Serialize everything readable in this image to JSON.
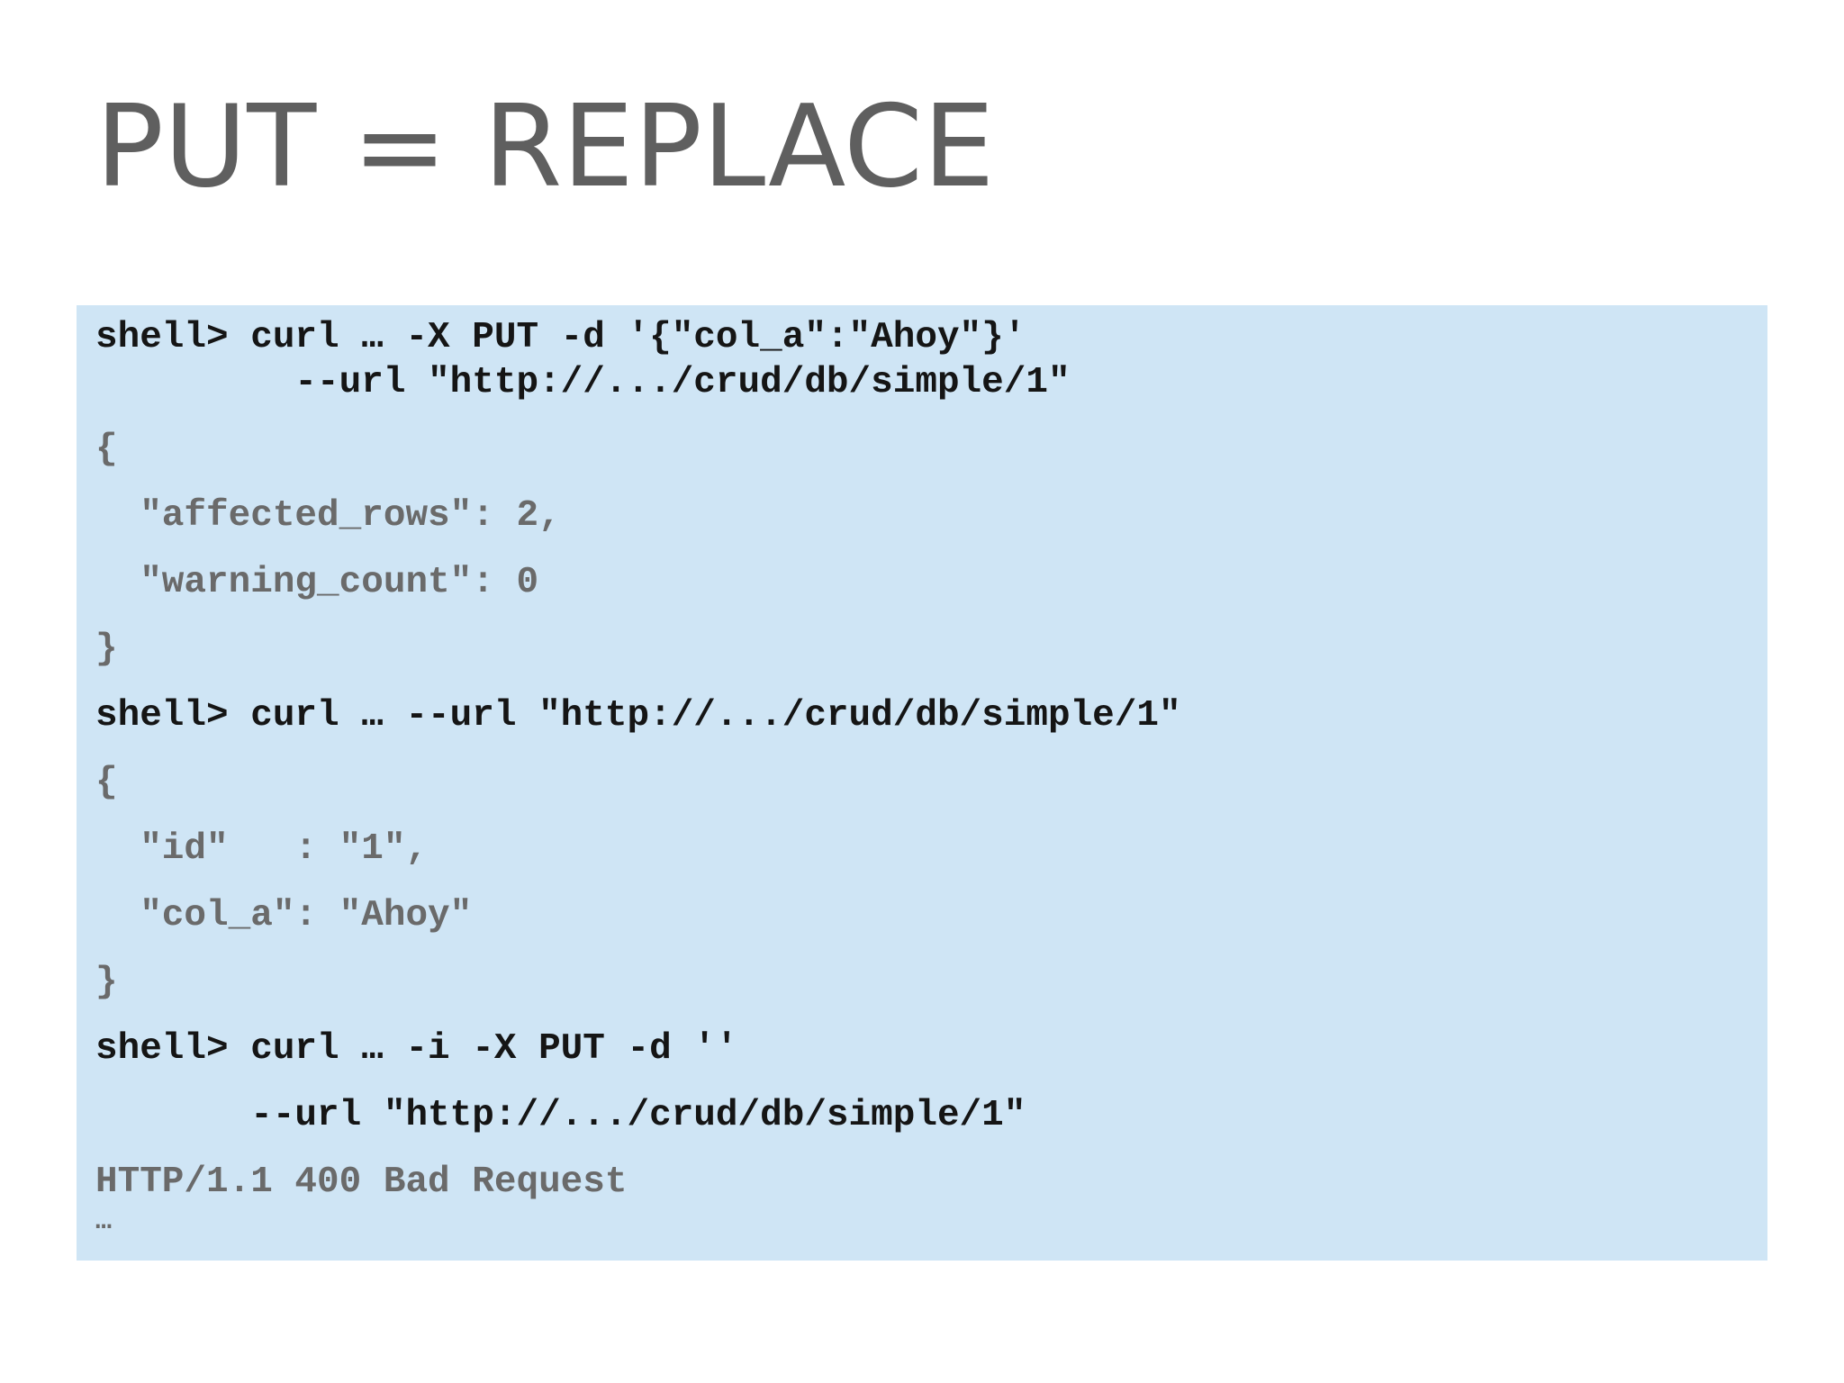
{
  "title": "PUT = REPLACE",
  "code": {
    "cmd1_line1": "shell> curl … -X PUT -d '{\"col_a\":\"Ahoy\"}'",
    "cmd1_line2": "         --url \"http://.../crud/db/simple/1\"",
    "resp1": [
      "{",
      "  \"affected_rows\": 2,",
      "  \"warning_count\": 0",
      "}"
    ],
    "cmd2": "shell> curl … --url \"http://.../crud/db/simple/1\"",
    "resp2": [
      "{",
      "  \"id\"   : \"1\",",
      "  \"col_a\": \"Ahoy\"",
      "}"
    ],
    "cmd3_line1": "shell> curl … -i -X PUT -d ''",
    "cmd3_line2": "       --url \"http://.../crud/db/simple/1\"",
    "resp3_status": "HTTP/1.1 400 Bad Request",
    "resp3_more": "…"
  }
}
